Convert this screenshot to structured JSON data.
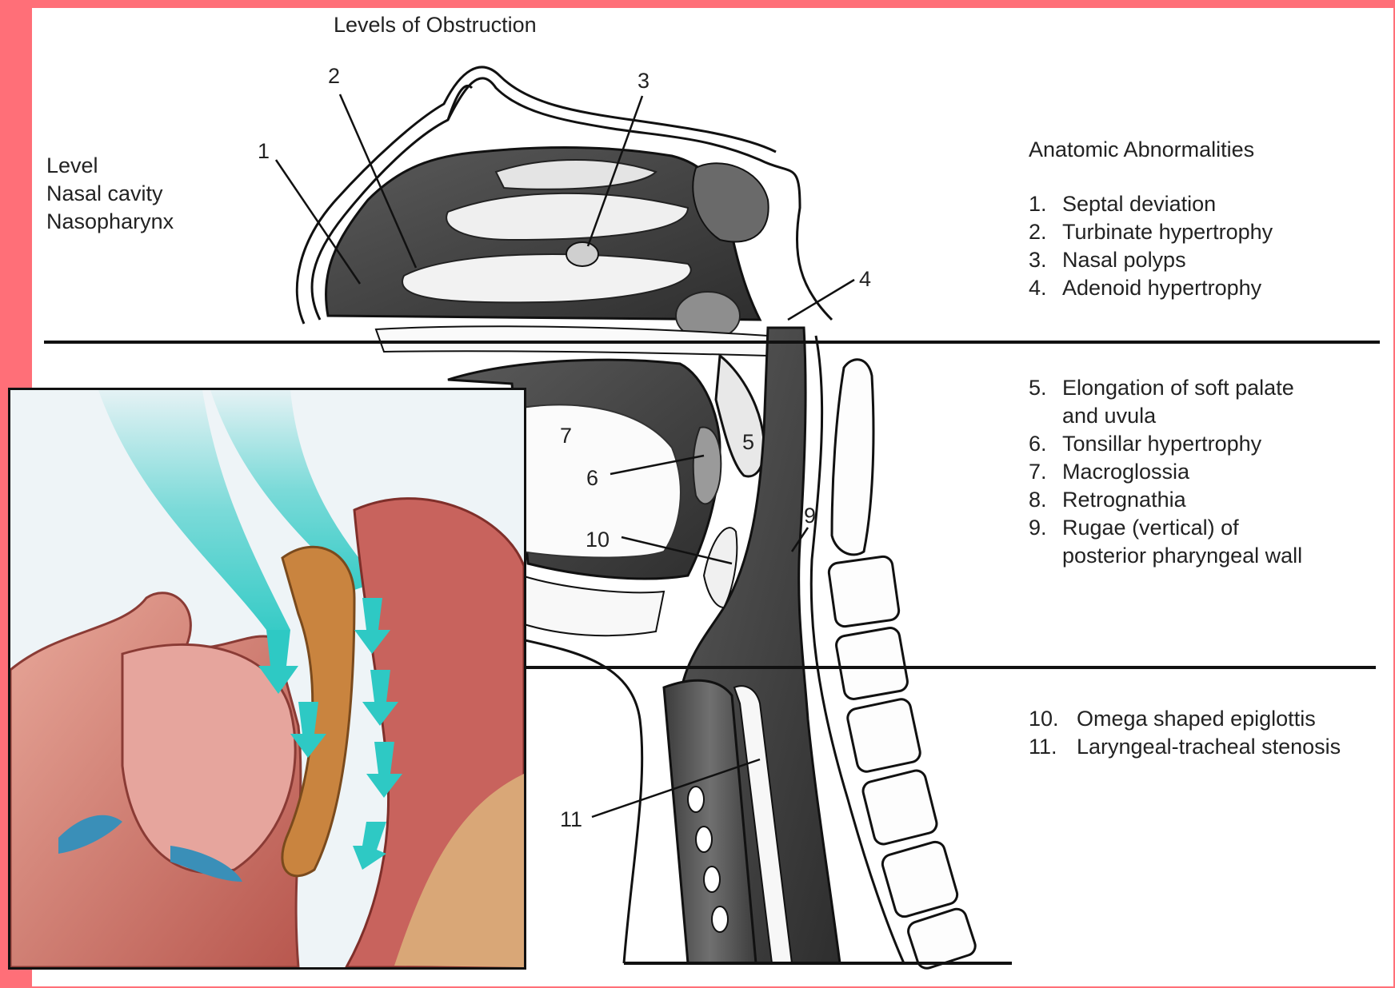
{
  "title": "Levels of Obstruction",
  "level_labels": [
    "Level",
    "Nasal cavity",
    "Nasopharynx"
  ],
  "abnormalities_header": "Anatomic Abnormalities",
  "groups": [
    {
      "items": [
        {
          "num": "1.",
          "text": "Septal deviation"
        },
        {
          "num": "2.",
          "text": "Turbinate hypertrophy"
        },
        {
          "num": "3.",
          "text": "Nasal polyps"
        },
        {
          "num": "4.",
          "text": "Adenoid hypertrophy"
        }
      ]
    },
    {
      "items": [
        {
          "num": "5.",
          "text": "Elongation of soft palate",
          "cont": "and uvula"
        },
        {
          "num": "6.",
          "text": "Tonsillar hypertrophy"
        },
        {
          "num": "7.",
          "text": "Macroglossia"
        },
        {
          "num": "8.",
          "text": "Retrognathia"
        },
        {
          "num": "9.",
          "text": "Rugae (vertical) of",
          "cont": "posterior pharyngeal wall"
        }
      ]
    },
    {
      "items": [
        {
          "num": "10.",
          "text": "Omega shaped epiglottis"
        },
        {
          "num": "11.",
          "text": "Laryngeal-tracheal stenosis"
        }
      ]
    }
  ],
  "callout_numbers": [
    "1",
    "2",
    "3",
    "4",
    "5",
    "6",
    "7",
    "9",
    "10",
    "11"
  ],
  "colors": {
    "background_border": "#ff6f78",
    "airflow_arrows": "#2ec9c4",
    "tissue": "#c8635d",
    "palate": "#c9843f"
  }
}
